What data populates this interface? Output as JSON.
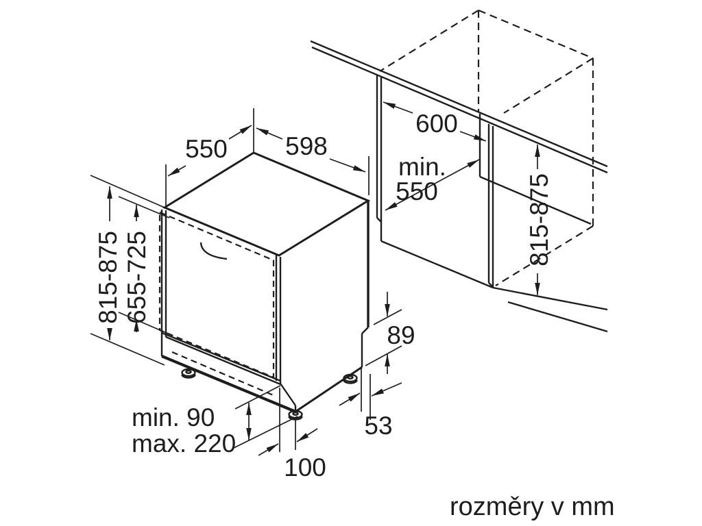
{
  "caption": "rozměry v mm",
  "dimensions": {
    "top_depth": "550",
    "top_width": "598",
    "niche_width": "600",
    "niche_depth_prefix": "min.",
    "niche_depth_value": "550",
    "appliance_height": "815-875",
    "door_panel_height": "655-725",
    "niche_height": "815-875",
    "rear_step_height": "89",
    "rear_foot_offset": "53",
    "plinth_min": "min. 90",
    "plinth_max": "max. 220",
    "front_foot_offset": "100"
  },
  "colors": {
    "line": "#1d1d1b",
    "background": "#ffffff"
  }
}
